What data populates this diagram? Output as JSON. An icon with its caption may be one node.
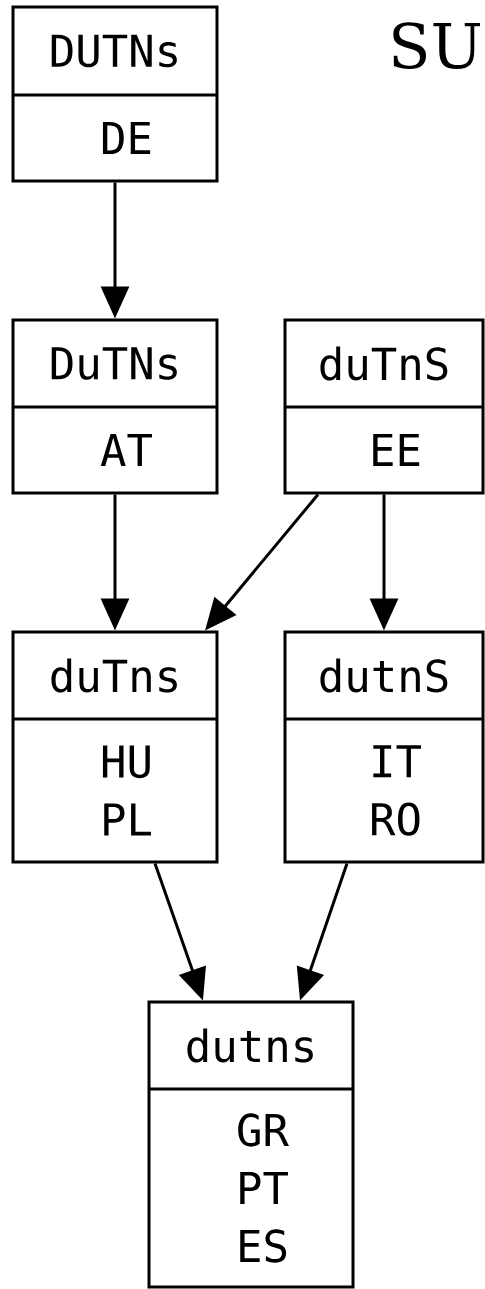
{
  "diagram": {
    "title": "SU",
    "nodes": [
      {
        "text": [
          "DUTNs",
          "DE"
        ]
      },
      {
        "text": [
          "DuTNs",
          "AT"
        ]
      },
      {
        "text": [
          "duTnS",
          "EE"
        ]
      },
      {
        "text": [
          "duTns",
          "HU PL"
        ]
      },
      {
        "text": [
          "dutnS",
          "IT RO"
        ]
      },
      {
        "text": [
          "dutns",
          "GR PT ES"
        ]
      }
    ],
    "edges": [
      {
        "from": 0,
        "to": 1,
        "arrow": "to"
      },
      {
        "from": 1,
        "to": 3,
        "arrow": "to"
      },
      {
        "from": 2,
        "to": 3,
        "arrow": "to"
      },
      {
        "from": 2,
        "to": 4,
        "arrow": "to"
      },
      {
        "from": 3,
        "to": 5,
        "arrow": "to"
      },
      {
        "from": 4,
        "to": 5,
        "arrow": "to"
      }
    ]
  }
}
